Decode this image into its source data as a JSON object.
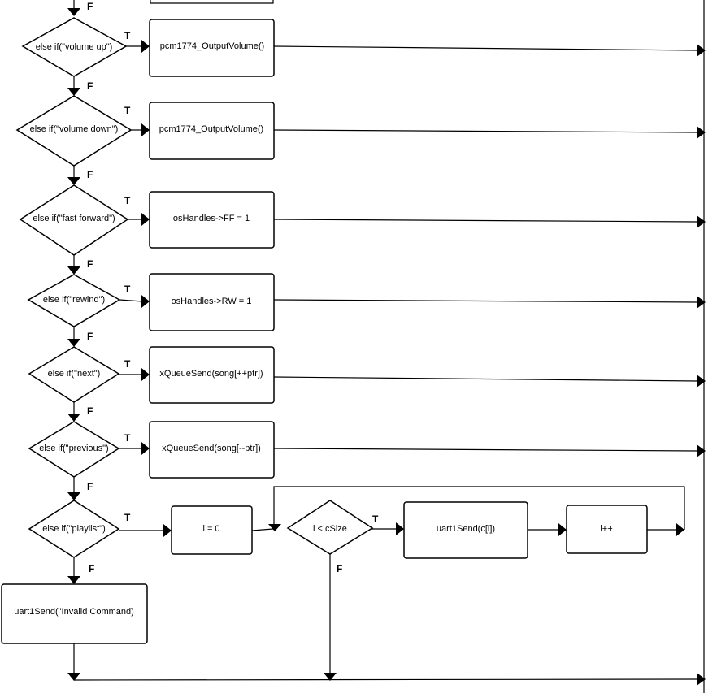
{
  "branch_labels": {
    "true": "T",
    "false": "F"
  },
  "decisions": [
    "else if(\"volume up\")",
    "else if(\"volume down\")",
    "else if(\"fast forward\")",
    "else if(\"rewind\")",
    "else if(\"next\")",
    "else if(\"previous\")",
    "else if(\"playlist\")"
  ],
  "actions": [
    "pcm1774_OutputVolume()",
    "pcm1774_OutputVolume()",
    "osHandles->FF = 1",
    "osHandles->RW = 1",
    "xQueueSend(song[++ptr])",
    "xQueueSend(song[--ptr])"
  ],
  "loop": {
    "init": "i = 0",
    "condition": "i < cSize",
    "body": "uart1Send(c[i])",
    "increment": "i++"
  },
  "else_action": "uart1Send(\"Invalid Command)"
}
